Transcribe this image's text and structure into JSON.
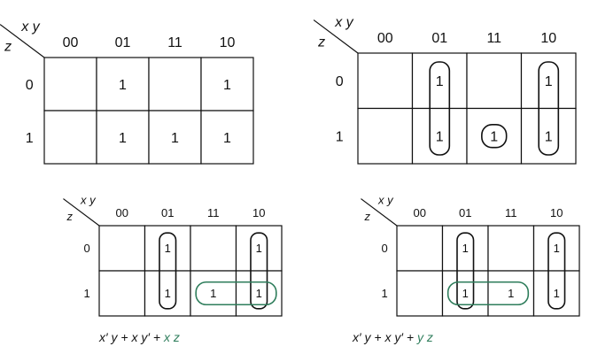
{
  "colors": {
    "ink": "#111111",
    "accent": "#2e7d5b"
  },
  "maps": [
    {
      "corner": {
        "top": "x y",
        "left": "z"
      },
      "cols": [
        "00",
        "01",
        "11",
        "10"
      ],
      "rows": [
        "0",
        "1"
      ],
      "cells": [
        [
          "",
          "1",
          "",
          "1"
        ],
        [
          "",
          "1",
          "1",
          "1"
        ]
      ]
    },
    {
      "corner": {
        "top": "x y",
        "left": "z"
      },
      "cols": [
        "00",
        "01",
        "11",
        "10"
      ],
      "rows": [
        "0",
        "1"
      ],
      "cells": [
        [
          "",
          "1",
          "",
          "1"
        ],
        [
          "",
          "1",
          "1",
          "1"
        ]
      ],
      "loops": [
        {
          "name": "loop-col-01",
          "row": 0,
          "col": 1,
          "rowSpan": 2,
          "colSpan": 1,
          "color": "ink"
        },
        {
          "name": "loop-col-10",
          "row": 0,
          "col": 3,
          "rowSpan": 2,
          "colSpan": 1,
          "color": "ink"
        },
        {
          "name": "loop-cell-111",
          "row": 1,
          "col": 2,
          "rowSpan": 1,
          "colSpan": 1,
          "color": "ink"
        }
      ]
    },
    {
      "corner": {
        "top": "x y",
        "left": "z"
      },
      "cols": [
        "00",
        "01",
        "11",
        "10"
      ],
      "rows": [
        "0",
        "1"
      ],
      "cells": [
        [
          "",
          "1",
          "",
          "1"
        ],
        [
          "",
          "1",
          "1",
          "1"
        ]
      ],
      "loops": [
        {
          "name": "loop-col-01",
          "row": 0,
          "col": 1,
          "rowSpan": 2,
          "colSpan": 1,
          "color": "ink"
        },
        {
          "name": "loop-col-10",
          "row": 0,
          "col": 3,
          "rowSpan": 2,
          "colSpan": 1,
          "color": "ink"
        },
        {
          "name": "loop-row1-11-10",
          "row": 1,
          "col": 2,
          "rowSpan": 1,
          "colSpan": 2,
          "color": "accent"
        }
      ],
      "expression": [
        {
          "text": "x′ y + x y′ + ",
          "color": "ink"
        },
        {
          "text": "x z",
          "color": "accent"
        }
      ]
    },
    {
      "corner": {
        "top": "x y",
        "left": "z"
      },
      "cols": [
        "00",
        "01",
        "11",
        "10"
      ],
      "rows": [
        "0",
        "1"
      ],
      "cells": [
        [
          "",
          "1",
          "",
          "1"
        ],
        [
          "",
          "1",
          "1",
          "1"
        ]
      ],
      "loops": [
        {
          "name": "loop-col-01",
          "row": 0,
          "col": 1,
          "rowSpan": 2,
          "colSpan": 1,
          "color": "ink"
        },
        {
          "name": "loop-col-10",
          "row": 0,
          "col": 3,
          "rowSpan": 2,
          "colSpan": 1,
          "color": "ink"
        },
        {
          "name": "loop-row1-01-11",
          "row": 1,
          "col": 1,
          "rowSpan": 1,
          "colSpan": 2,
          "color": "accent"
        }
      ],
      "expression": [
        {
          "text": "x′ y + x y′ + ",
          "color": "ink"
        },
        {
          "text": "y z",
          "color": "accent"
        }
      ]
    }
  ]
}
